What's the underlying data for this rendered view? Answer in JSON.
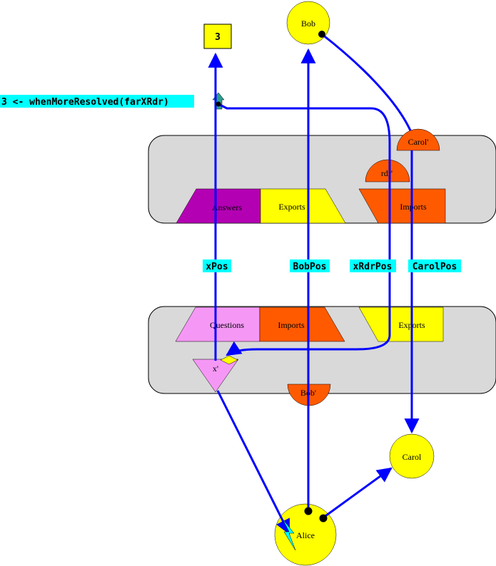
{
  "nodes": {
    "bob": "Bob",
    "carol": "Carol",
    "alice": "Alice",
    "value_box": "3",
    "carol_prime": "Carol'",
    "rdr_prime": "rdr'",
    "bob_prime": "Bob'",
    "x_prime": "x'"
  },
  "tables": {
    "top_answers": "Answers",
    "top_exports": "Exports",
    "top_imports": "Imports",
    "bottom_questions": "Questions",
    "bottom_imports": "Imports",
    "bottom_exports": "Exports"
  },
  "messages": {
    "when_more_resolved": "3 <- whenMoreResolved(farXRdr)"
  },
  "wire_labels": {
    "xpos": "xPos",
    "bobpos": "BobPos",
    "xrdrpos": "xRdrPos",
    "carolpos": "CarolPos"
  },
  "colors": {
    "vat_fill": "#d9d9d9",
    "object_yellow": "#ffff00",
    "proxy_orange": "#ff5a00",
    "answers_purple": "#b300b3",
    "questions_pink": "#f598f5",
    "label_cyan": "#00ffff",
    "arrow_blue": "#0000ff",
    "house_teal": "#2a9d8f"
  }
}
